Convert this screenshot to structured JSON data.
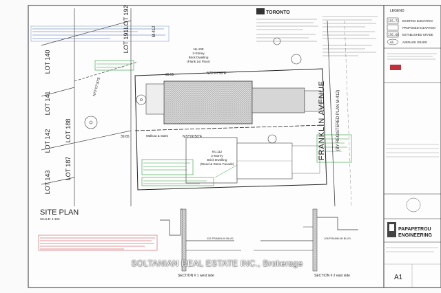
{
  "site": {
    "lot_labels": [
      "LOT 140",
      "LOT 141",
      "LOT 142",
      "LOT 143",
      "LOT 187",
      "LOT 188",
      "LOT 191",
      "LOT 192"
    ],
    "street": "FRANKLIN AVENUE",
    "plan": "(BY REGISTERED PLAN M-412)",
    "plan_ref": "M-412",
    "dim_top": "39.55",
    "dim_bottom": "39.65",
    "bearing_top": "N72°07'30\"E",
    "bearing_bottom": "N72°06'50\"E",
    "house_a": {
      "no": "No.108",
      "lines": [
        "2-Storey",
        "Brick Dwelling",
        "(Flank 1st Floor)"
      ]
    },
    "house_b": {
      "no": "No.112",
      "lines": [
        "2-Storey",
        "Brick Dwelling",
        "(Wood & Stone Facade)"
      ]
    },
    "walk_label": "Walkout & Stairs",
    "title": "SITE PLAN",
    "scale": "SCALE: 1:150"
  },
  "sections": {
    "sec1": "SECTION # 1 west side",
    "sec2": "SECTION # 2 east side",
    "lbl1": "112 FRANKLIN BLVD.",
    "lbl2": "108 FRANKLIN BLVD."
  },
  "legend": {
    "title": "LEGEND",
    "items": [
      {
        "code": "155.73",
        "label": "EXISTING ELEVATION"
      },
      {
        "code": "",
        "label": "PROPOSED ELEVATION"
      },
      {
        "code": "156.60",
        "label": "ESTABLISHED GRADE"
      },
      {
        "code": "AG",
        "label": "AVERAGE GRADE"
      }
    ]
  },
  "logo": {
    "name_line1": "PAPAPETROU",
    "name_line2": "ENGINEERING"
  },
  "titleblock": {
    "sheet_no": "A1"
  },
  "city_logo": "TORONTO",
  "watermark": "SOLTANIAN REAL ESTATE INC., Brokerage",
  "colors": {
    "hatch": "#9a9a9a",
    "green_note": "#2e9c3c",
    "red_note": "#c0303a",
    "blue_note": "#3d5fb0"
  }
}
